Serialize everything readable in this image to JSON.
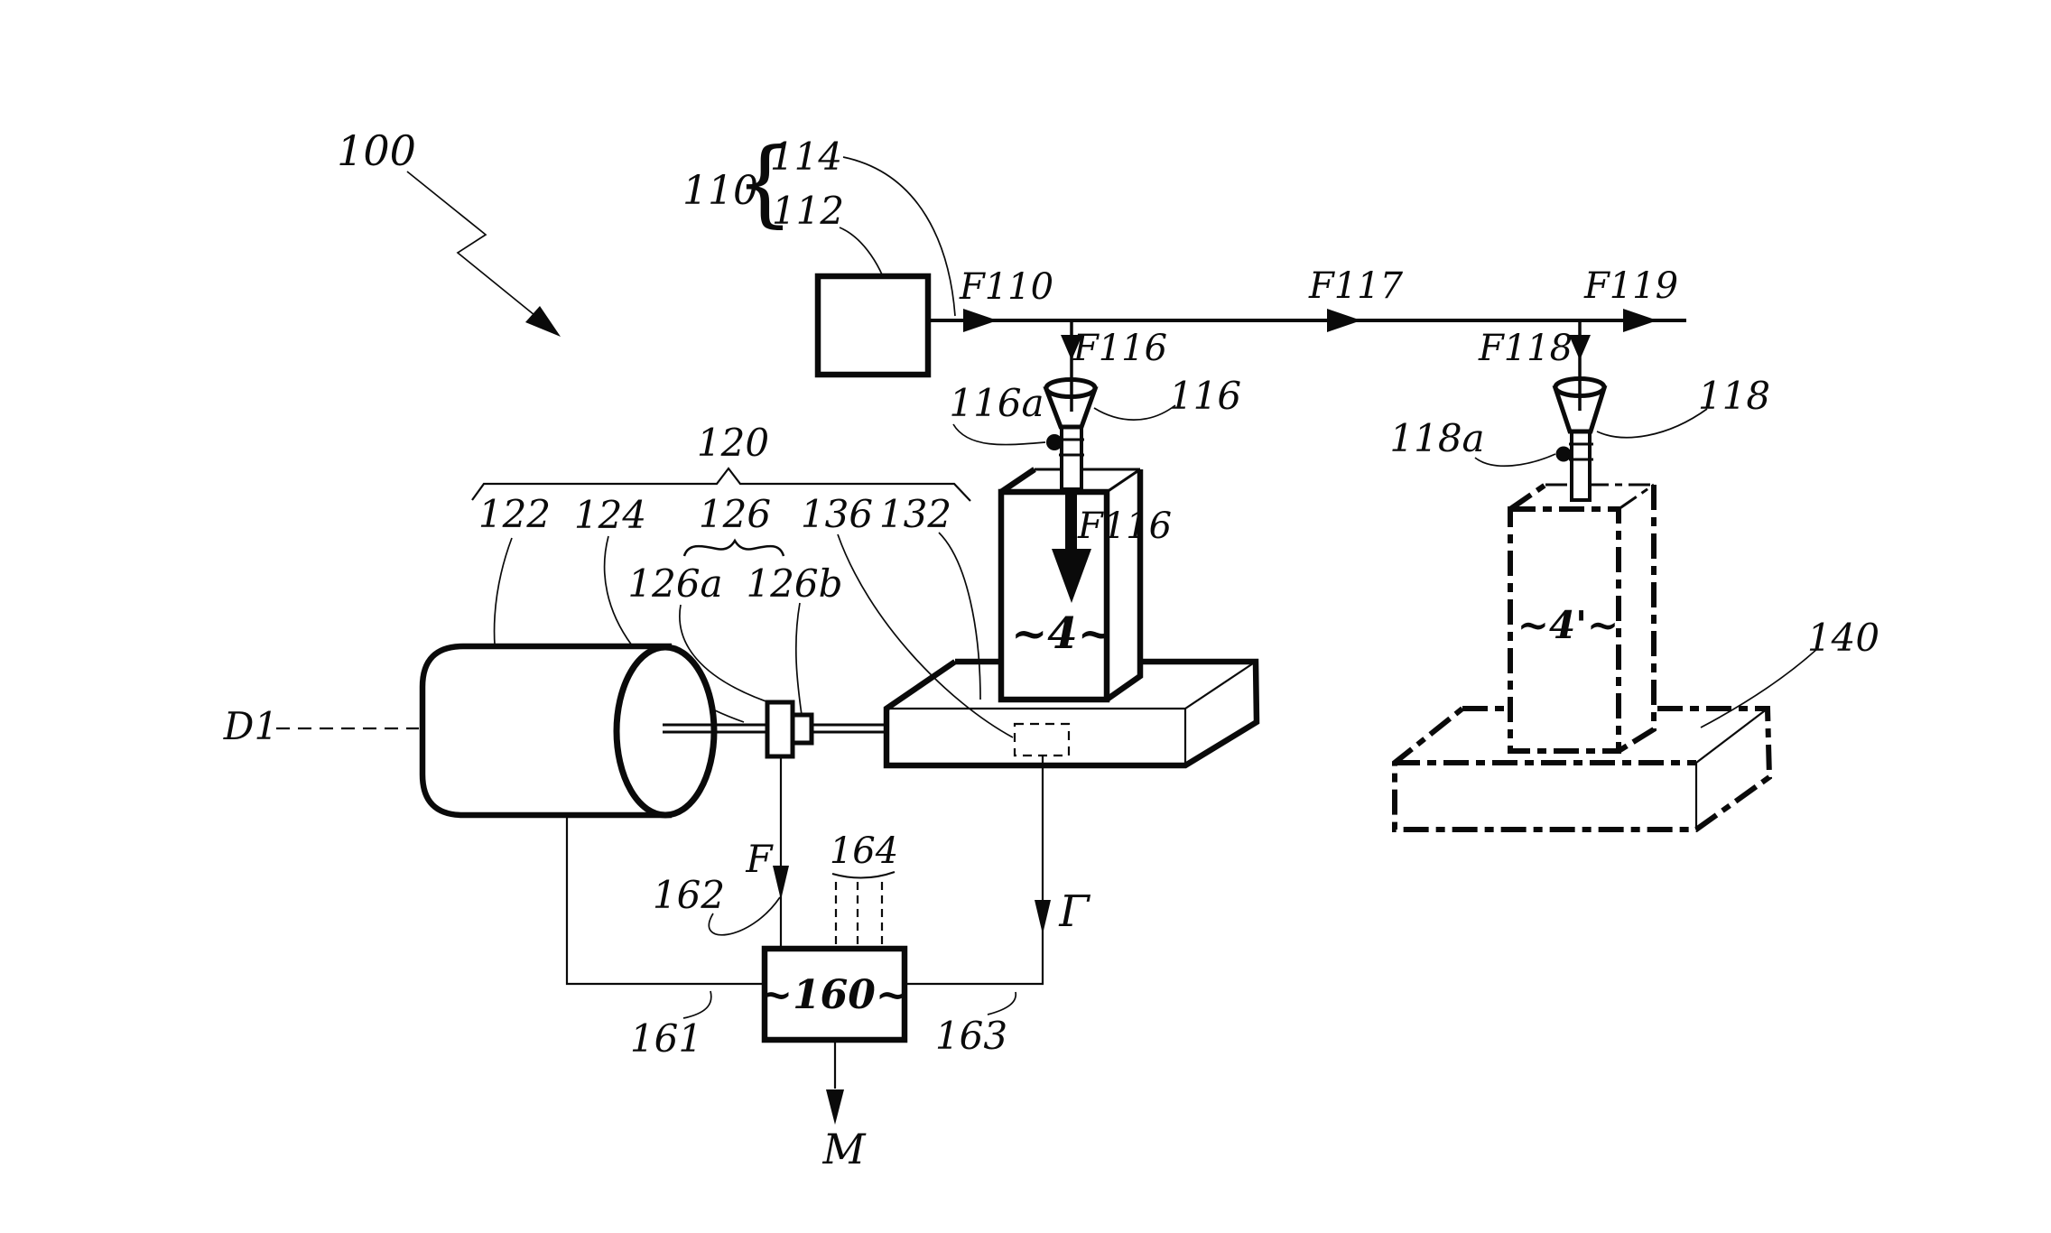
{
  "figure": {
    "kind": "patent-flow-diagram",
    "colors": {
      "ink": "#0a0a0a",
      "background": "#ffffff"
    }
  },
  "labels": {
    "ref100": "100",
    "ref110": "110",
    "brace": "{",
    "ref114": "114",
    "ref112": "112",
    "f110": "F110",
    "f116_line": "F116",
    "ref116a": "116a",
    "ref116": "116",
    "f117": "F117",
    "f118": "F118",
    "f119": "F119",
    "ref118a": "118a",
    "ref118": "118",
    "f116_fill": "F116",
    "container4": "~4~",
    "container4alt": "~4'~",
    "ref140": "140",
    "ref120": "120",
    "ref122": "122",
    "ref124": "124",
    "ref126": "126",
    "ref136": "136",
    "ref132": "132",
    "ref126a": "126a",
    "ref126b": "126b",
    "d1": "D1",
    "force_f": "F",
    "ref164": "164",
    "gamma": "Γ",
    "ref162": "162",
    "ref161": "161",
    "ref163": "163",
    "controller": "~160~",
    "m_out": "M"
  }
}
